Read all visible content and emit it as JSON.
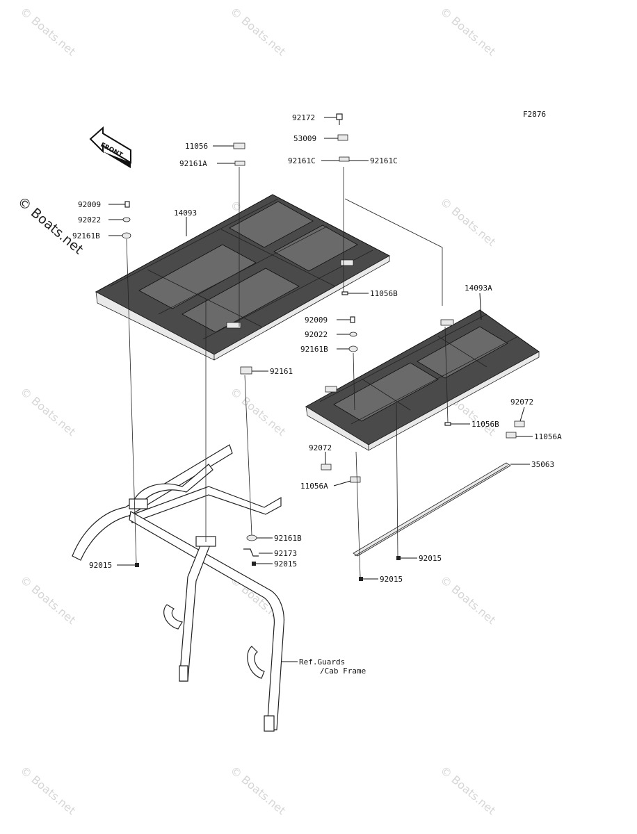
{
  "diagram": {
    "figure_code": "F2876",
    "front_label": "FRONT",
    "watermark": "© Boats.net",
    "labels": {
      "p92172": "92172",
      "p53009": "53009",
      "p92161C_left": "92161C",
      "p92161C_right": "92161C",
      "p11056": "11056",
      "p92161A": "92161A",
      "p92009_top": "92009",
      "p92022_top": "92022",
      "p92161B_top": "92161B",
      "p14093": "14093",
      "p11056B_upper": "11056B",
      "p14093A": "14093A",
      "p92009_mid": "92009",
      "p92022_mid": "92022",
      "p92161B_mid": "92161B",
      "p92161": "92161",
      "p92072_right": "92072",
      "p11056B_lower": "11056B",
      "p11056A_right": "11056A",
      "p35063": "35063",
      "p92072_left": "92072",
      "p11056A_left": "11056A",
      "p92161B_low": "92161B",
      "p92173": "92173",
      "p92015_center": "92015",
      "p92015_left": "92015",
      "p92015_right1": "92015",
      "p92015_right2": "92015",
      "ref_line1": "Ref.Guards",
      "ref_line2": "/Cab Frame"
    }
  }
}
